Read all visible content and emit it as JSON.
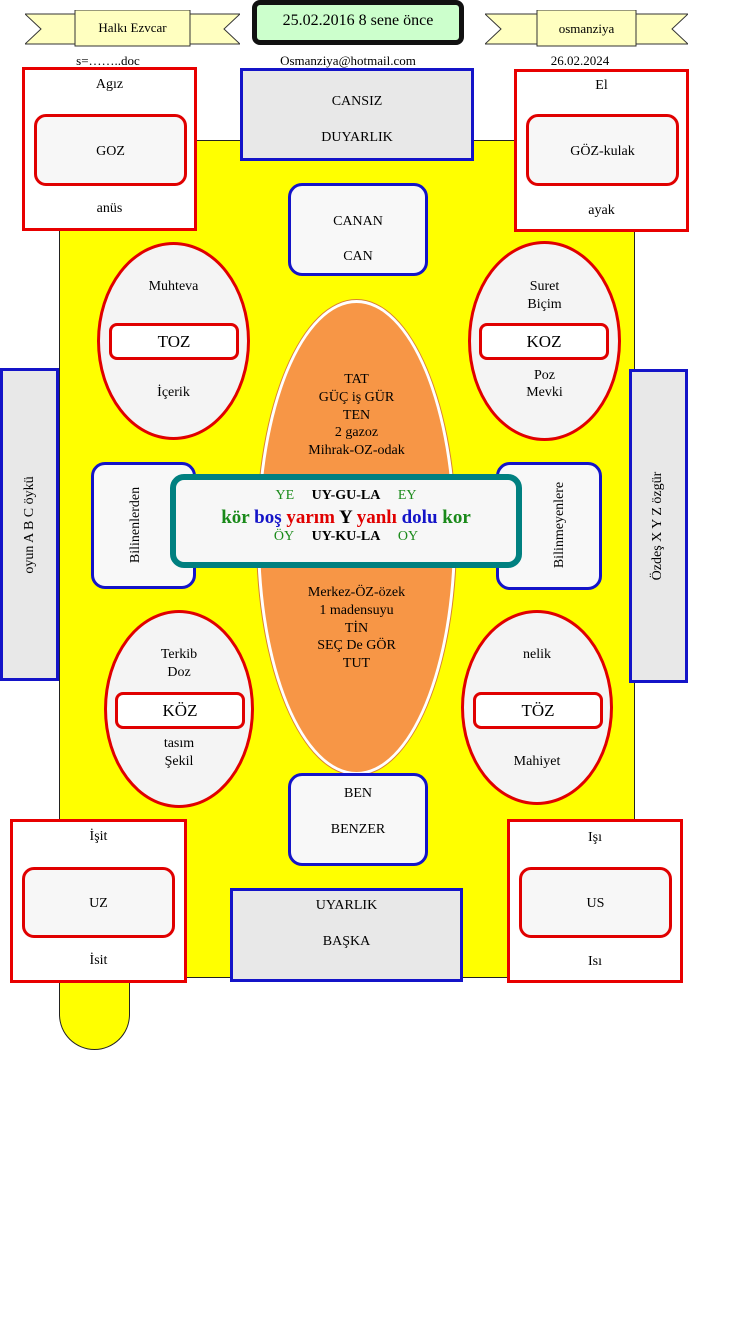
{
  "header": {
    "left_banner": "Halkı Ezvcar",
    "center_title": "25.02.2016 8 sene önce",
    "right_banner": "osmanziya",
    "left_sub": "s=……..doc",
    "center_sub": "Osmanziya@hotmail.com",
    "right_sub": "26.02.2024"
  },
  "corners": {
    "top_left": {
      "top": "Agız",
      "inner": "GOZ",
      "bottom": "anüs"
    },
    "top_right": {
      "top": "El",
      "inner": "GÖZ-kulak",
      "bottom": "ayak"
    },
    "bottom_left": {
      "top": "İşit",
      "inner": "UZ",
      "bottom": "İsit"
    },
    "bottom_right": {
      "top": "Işı",
      "inner": "US",
      "bottom": "Isı"
    }
  },
  "top_center": {
    "line1": "CANSIZ",
    "line2": "DUYARLIK"
  },
  "bottom_center": {
    "line1": "UYARLIK",
    "line2": "BAŞKA"
  },
  "upper_small": {
    "line1": "CANAN",
    "line2": "CAN"
  },
  "lower_small": {
    "line1": "BEN",
    "line2": "BENZER"
  },
  "ellipses": {
    "upper_left": {
      "top": "Muhteva",
      "inner": "TOZ",
      "bottom": "İçerik"
    },
    "upper_right": {
      "top1": "Suret",
      "top2": "Biçim",
      "inner": "KOZ",
      "bottom1": "Poz",
      "bottom2": "Mevki"
    },
    "lower_left": {
      "top1": "Terkib",
      "top2": "Doz",
      "inner": "KÖZ",
      "bottom1": "tasım",
      "bottom2": "Şekil"
    },
    "lower_right": {
      "top": "nelik",
      "inner": "TÖZ",
      "bottom": "Mahiyet"
    }
  },
  "center_oval": {
    "upper": [
      "TAT",
      "GÜÇ iş GÜR",
      "TEN",
      "2 gazoz",
      "Mihrak-OZ-odak"
    ],
    "lower": [
      "Merkez-ÖZ-özek",
      "1 madensuyu",
      "TİN",
      "SEÇ De GÖR",
      "TUT"
    ]
  },
  "center_box": {
    "row1": {
      "left": "YE",
      "mid": "UY-GU-LA",
      "right": "EY"
    },
    "row2": [
      {
        "text": "kör",
        "color": "#1a8a1a"
      },
      {
        "text": "boş",
        "color": "#1414c8"
      },
      {
        "text": "yarım",
        "color": "#e00000"
      },
      {
        "text": "Y",
        "color": "#000000"
      },
      {
        "text": "yanlı",
        "color": "#e00000"
      },
      {
        "text": "dolu",
        "color": "#1414c8"
      },
      {
        "text": "kor",
        "color": "#1a8a1a"
      }
    ],
    "row3": {
      "left": "ÖY",
      "mid": "UY-KU-LA",
      "right": "OY"
    }
  },
  "side_boxes": {
    "mid_left": "Bilinenlerden",
    "mid_right": "Bilinmeyenlere",
    "far_left": "oyun   A B C    öykü",
    "far_right": "Özdeş X Y Z özgür"
  },
  "colors": {
    "yellow": "#ffff00",
    "orange": "#f79646",
    "red": "#e00000",
    "blue": "#1414c8",
    "teal": "#008080",
    "green": "#1a8a1a"
  }
}
